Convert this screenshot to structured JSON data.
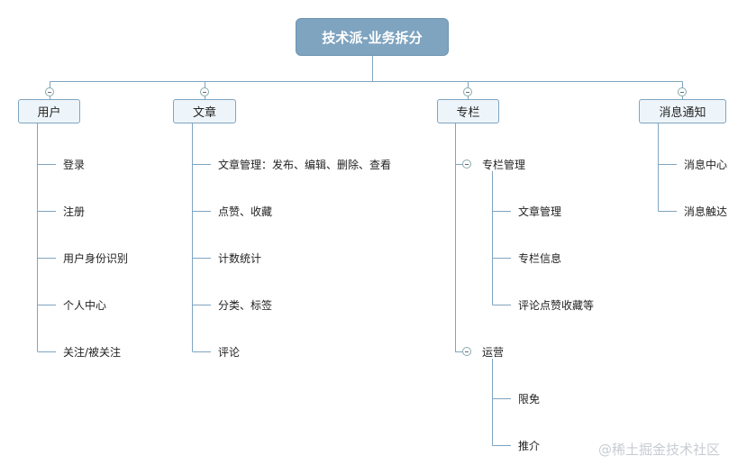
{
  "root": {
    "label": "技术派-业务拆分"
  },
  "branches": [
    {
      "label": "用户",
      "items": [
        "登录",
        "注册",
        "用户身份识别",
        "个人中心",
        "关注/被关注"
      ]
    },
    {
      "label": "文章",
      "items": [
        "文章管理：发布、编辑、删除、查看",
        "点赞、收藏",
        "计数统计",
        "分类、标签",
        "评论"
      ]
    },
    {
      "label": "专栏",
      "groups": [
        {
          "label": "专栏管理",
          "items": [
            "文章管理",
            "专栏信息",
            "评论点赞收藏等"
          ]
        },
        {
          "label": "运营",
          "items": [
            "限免",
            "推介"
          ]
        }
      ]
    },
    {
      "label": "消息通知",
      "items": [
        "消息中心",
        "消息触达"
      ]
    }
  ],
  "watermark": "@稀土掘金技术社区",
  "colors": {
    "root_fill": "#7fa4c0",
    "node_fill": "#eef5fa",
    "line": "#7fa4c0"
  }
}
